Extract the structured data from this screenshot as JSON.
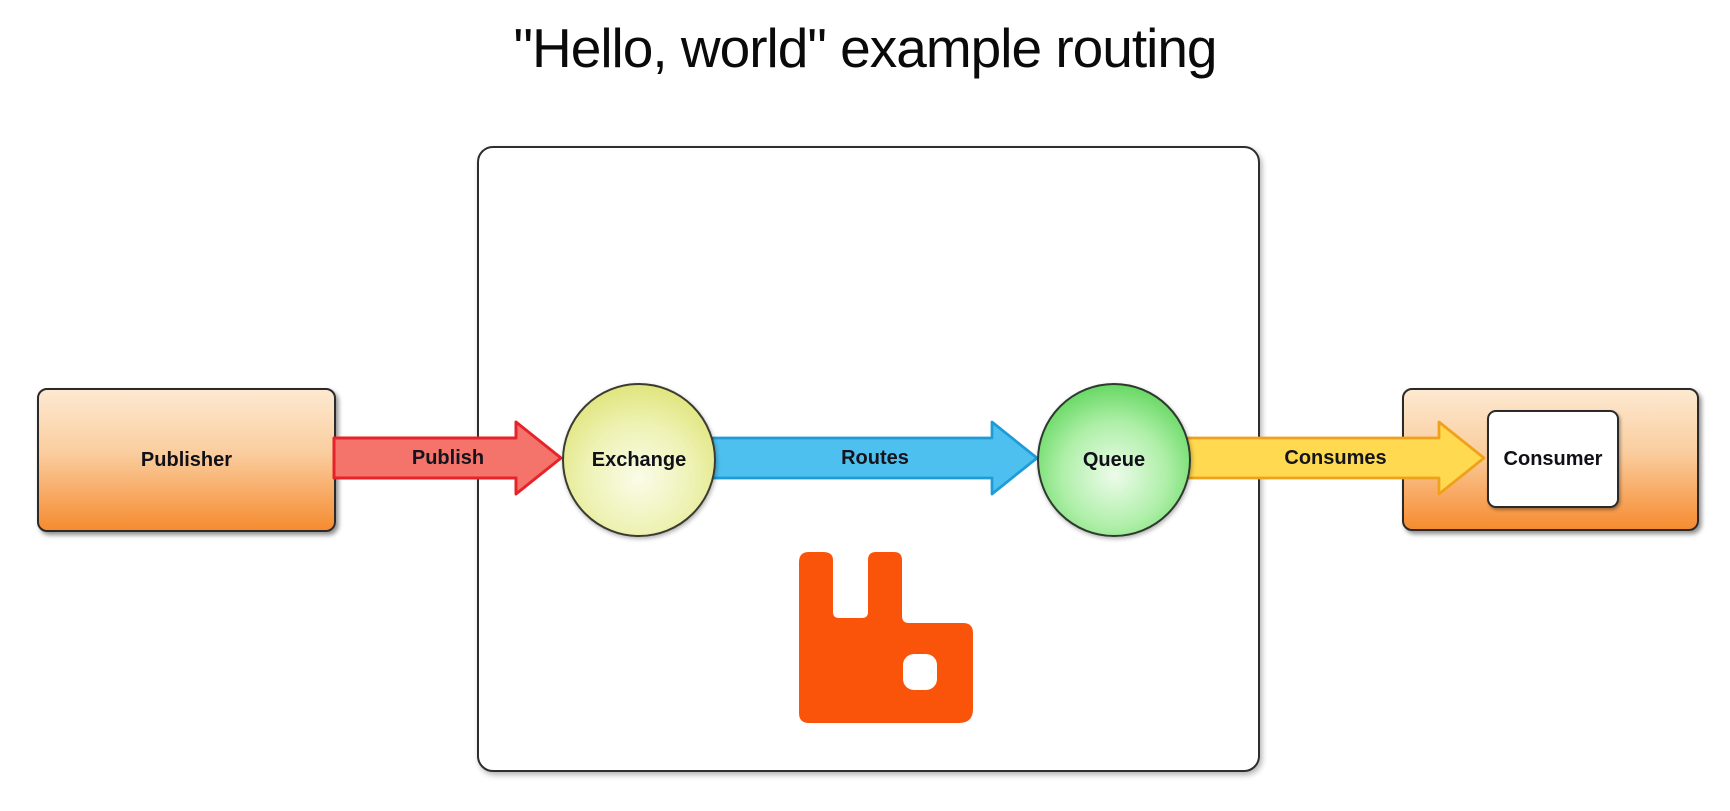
{
  "title": "\"Hello, world\" example routing",
  "nodes": {
    "publisher": "Publisher",
    "exchange": "Exchange",
    "queue": "Queue",
    "consumer": "Consumer"
  },
  "arrows": {
    "publish": {
      "label": "Publish",
      "fill": "#F4736B",
      "stroke": "#E6232A"
    },
    "routes": {
      "label": "Routes",
      "fill": "#4EC0EF",
      "stroke": "#1F9CD8"
    },
    "consumes": {
      "label": "Consumes",
      "fill": "#FFD94F",
      "stroke": "#EFA11C"
    }
  },
  "icons": {
    "rabbitmq": {
      "name": "rabbitmq-logo",
      "color": "#FA540A"
    }
  },
  "colors": {
    "background": "#FFFFFF",
    "border": "#2B2B2B",
    "orange_node_top": "#FDE9D1",
    "orange_node_bottom": "#F68C30",
    "exchange_fill": "#DDE272",
    "queue_fill": "#57D353",
    "broker_fill": "#FFFFFF"
  }
}
